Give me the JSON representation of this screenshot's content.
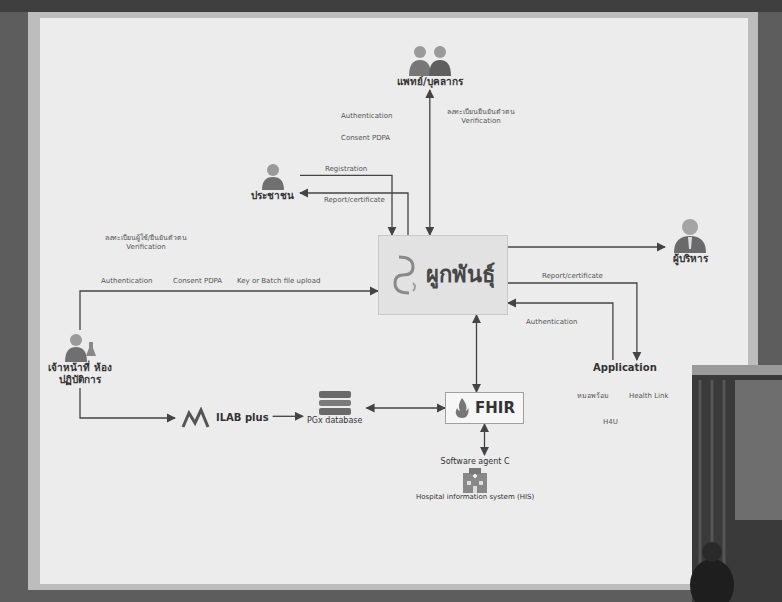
{
  "diagram": {
    "nodes": [
      {
        "text": [
          "แพทย์/บุคลากร"
        ]
      },
      {
        "text": [
          "ประชาชน"
        ]
      },
      {
        "text": [
          "ผู้บริหาร"
        ]
      },
      {
        "text": [
          "ผูกพันธุ์"
        ]
      },
      {
        "text": [
          "เจ้าหน้าที่ ห้องปฏิบัติการ"
        ]
      },
      {
        "text": [
          "ILAB plus"
        ]
      },
      {
        "text": [
          "PGx database"
        ]
      },
      {
        "text": [
          "FHIR"
        ]
      },
      {
        "text": [
          "Application"
        ]
      },
      {
        "text": [
          "Software agent C",
          "Hospital information system (HIS)"
        ]
      }
    ],
    "edges": [
      {
        "from": 0,
        "to": 3,
        "arrow": "both"
      },
      {
        "from": 1,
        "to": 3,
        "label": "Registration",
        "arrow": "to"
      },
      {
        "from": 3,
        "to": 1,
        "label": "Report/certificate",
        "arrow": "to"
      },
      {
        "from": 3,
        "to": 2,
        "arrow": "to"
      },
      {
        "from": 3,
        "to": 8,
        "label": "Report/certificate",
        "arrow": "to"
      },
      {
        "from": 8,
        "to": 3,
        "arrow": "to"
      },
      {
        "from": 4,
        "to": 3,
        "arrow": "to"
      },
      {
        "from": 4,
        "to": 5,
        "arrow": "to"
      },
      {
        "from": 5,
        "to": 6,
        "arrow": "to"
      },
      {
        "from": 6,
        "to": 7,
        "arrow": "both"
      },
      {
        "from": 7,
        "to": 3,
        "arrow": "both"
      },
      {
        "from": 7,
        "to": 9,
        "arrow": "both"
      }
    ],
    "labels": [
      "ลงทะเบียนยืนยันตัวตน Verification",
      "Authentication",
      "Consent PDPA",
      "ลงทะเบียนผู้ใช้/ยืนยันตัวตน Verification",
      "Authentication",
      "Consent PDPA",
      "Key or Batch file upload",
      "Authentication",
      "หมอพร้อม",
      "Health Link",
      "H4U"
    ]
  }
}
